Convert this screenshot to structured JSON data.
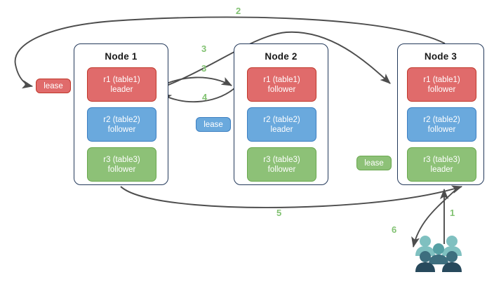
{
  "diagram": {
    "title": "distributed-table-replica-lease-diagram",
    "palette": {
      "red": "#e06b6b",
      "red_border": "#c0392b",
      "blue": "#6aa9dd",
      "blue_border": "#3d7fc1",
      "green": "#8dc177",
      "green_border": "#6aa84f",
      "node_border": "#23395b",
      "arrow": "#4d4d4d",
      "step_label": "#82c272",
      "user_light": "#7fc0c0",
      "user_mid": "#56a0a4",
      "user_dark": "#3d6e7e",
      "user_darkest": "#27495c"
    }
  },
  "nodes": [
    {
      "id": "node1",
      "title": "Node 1",
      "replicas": [
        {
          "name": "r1 (table1)",
          "role": "leader",
          "color": "red"
        },
        {
          "name": "r2 (table2)",
          "role": "follower",
          "color": "blue"
        },
        {
          "name": "r3 (table3)",
          "role": "follower",
          "color": "green"
        }
      ]
    },
    {
      "id": "node2",
      "title": "Node 2",
      "replicas": [
        {
          "name": "r1 (table1)",
          "role": "follower",
          "color": "red"
        },
        {
          "name": "r2 (table2)",
          "role": "leader",
          "color": "blue"
        },
        {
          "name": "r3 (table3)",
          "role": "follower",
          "color": "green"
        }
      ]
    },
    {
      "id": "node3",
      "title": "Node 3",
      "replicas": [
        {
          "name": "r1 (table1)",
          "role": "follower",
          "color": "red"
        },
        {
          "name": "r2 (table2)",
          "role": "follower",
          "color": "blue"
        },
        {
          "name": "r3 (table3)",
          "role": "leader",
          "color": "green"
        }
      ]
    }
  ],
  "leases": [
    {
      "id": "lease-table1",
      "label": "lease",
      "color": "red"
    },
    {
      "id": "lease-table2",
      "label": "lease",
      "color": "blue"
    },
    {
      "id": "lease-table3",
      "label": "lease",
      "color": "green"
    }
  ],
  "steps": [
    {
      "id": "step-1",
      "label": "1"
    },
    {
      "id": "step-2",
      "label": "2"
    },
    {
      "id": "step-3a",
      "label": "3"
    },
    {
      "id": "step-3b",
      "label": "3"
    },
    {
      "id": "step-4",
      "label": "4"
    },
    {
      "id": "step-5",
      "label": "5"
    },
    {
      "id": "step-6",
      "label": "6"
    }
  ],
  "icons": {
    "users": "users-group-icon"
  }
}
